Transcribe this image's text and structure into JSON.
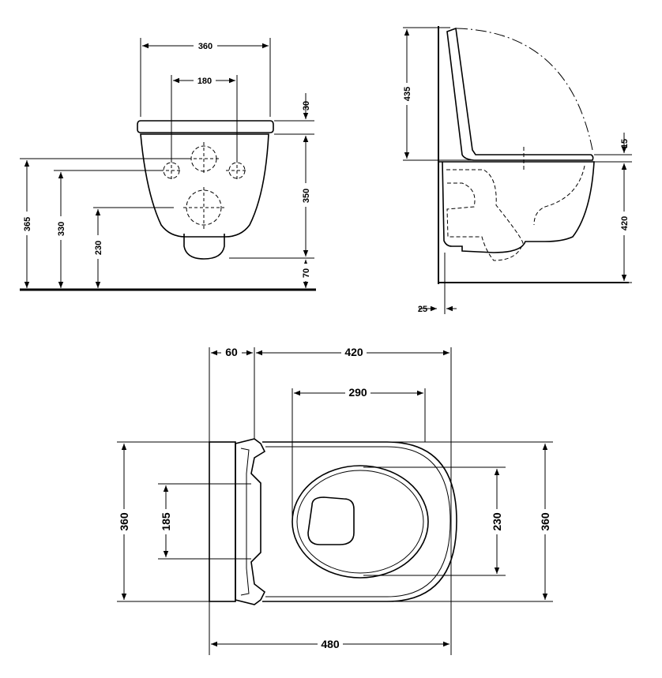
{
  "front_view": {
    "width_total": "360",
    "bolt_spacing": "180",
    "seat_thickness": "30",
    "bowl_height": "350",
    "bottom_clearance": "70",
    "height_365": "365",
    "height_330": "330",
    "height_230": "230"
  },
  "side_view": {
    "height_435": "435",
    "seat_offset": "15",
    "rim_height": "420",
    "wall_gap": "25"
  },
  "top_view": {
    "rear_60": "60",
    "length_420": "420",
    "opening_290": "290",
    "width_360_left": "360",
    "bolt_185": "185",
    "opening_230": "230",
    "width_360_right": "360",
    "total_480": "480"
  }
}
